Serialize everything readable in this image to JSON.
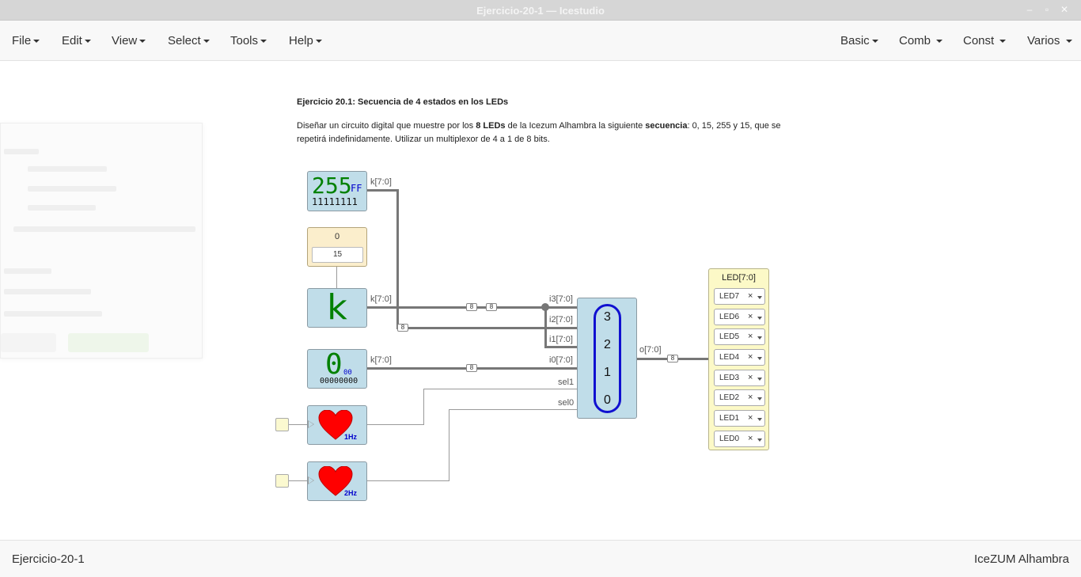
{
  "window": {
    "title": "Ejercicio-20-1 — Icestudio"
  },
  "menubar": {
    "left": [
      "File",
      "Edit",
      "View",
      "Select",
      "Tools",
      "Help"
    ],
    "right": [
      "Basic",
      "Comb",
      "Const",
      "Varios"
    ]
  },
  "info": {
    "heading": "Ejercicio 20.1: Secuencia de 4 estados en los LEDs",
    "p1": "Diseñar un circuito digital que muestre por los ",
    "b1": "8 LEDs",
    "p2": " de la Icezum Alhambra la siguiente ",
    "b2": "secuencia",
    "p3": ": 0, 15, 255 y 15, que se repetirá indefinidamente. Utilizar un multiplexor de 4 a 1 de 8 bits."
  },
  "blocks": {
    "const255": {
      "dec": "255",
      "hex": "FF",
      "bin": "11111111",
      "out": "k[7:0]"
    },
    "param": {
      "label": "0",
      "value": "15"
    },
    "k": {
      "glyph": "k",
      "out": "k[7:0]"
    },
    "const0": {
      "dec": "0",
      "hex": "00",
      "bin": "00000000",
      "out": "k[7:0]"
    },
    "clk1": {
      "freq": "1Hz"
    },
    "clk2": {
      "freq": "2Hz"
    }
  },
  "mux": {
    "inputs": [
      "i3[7:0]",
      "i2[7:0]",
      "i1[7:0]",
      "i0[7:0]"
    ],
    "sel": [
      "sel1",
      "sel0"
    ],
    "values": [
      "3",
      "2",
      "1",
      "0"
    ],
    "out": "o[7:0]"
  },
  "bus_label": "8",
  "leds": {
    "title": "LED[7:0]",
    "items": [
      "LED7",
      "LED6",
      "LED5",
      "LED4",
      "LED3",
      "LED2",
      "LED1",
      "LED0"
    ],
    "remove": "×"
  },
  "footer": {
    "left": "Ejercicio-20-1",
    "right": "IceZUM Alhambra"
  },
  "colors": {
    "block": "#c0dde9",
    "led_panel": "#fcf9c7",
    "param": "#fbeecc",
    "mux_oval": "#1010d0",
    "const_text": "#008000",
    "heart": "#ff0000"
  }
}
